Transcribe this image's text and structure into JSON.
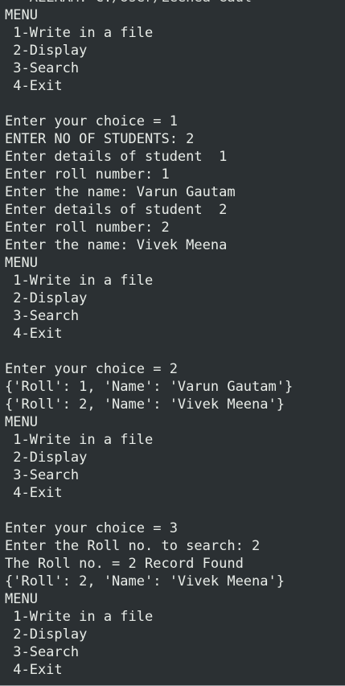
{
  "terminal": {
    "cut_header": "   ALLRAM: C:/User/Leenea Gaul",
    "lines": [
      "MENU",
      " 1-Write in a file",
      " 2-Display",
      " 3-Search",
      " 4-Exit",
      "",
      "Enter your choice = 1",
      "ENTER NO OF STUDENTS: 2",
      "Enter details of student  1",
      "Enter roll number: 1",
      "Enter the name: Varun Gautam",
      "Enter details of student  2",
      "Enter roll number: 2",
      "Enter the name: Vivek Meena",
      "MENU",
      " 1-Write in a file",
      " 2-Display",
      " 3-Search",
      " 4-Exit",
      "",
      "Enter your choice = 2",
      "{'Roll': 1, 'Name': 'Varun Gautam'}",
      "{'Roll': 2, 'Name': 'Vivek Meena'}",
      "MENU",
      " 1-Write in a file",
      " 2-Display",
      " 3-Search",
      " 4-Exit",
      "",
      "Enter your choice = 3",
      "Enter the Roll no. to search: 2",
      "The Roll no. = 2 Record Found",
      "{'Roll': 2, 'Name': 'Vivek Meena'}",
      "MENU",
      " 1-Write in a file",
      " 2-Display",
      " 3-Search",
      " 4-Exit"
    ]
  }
}
